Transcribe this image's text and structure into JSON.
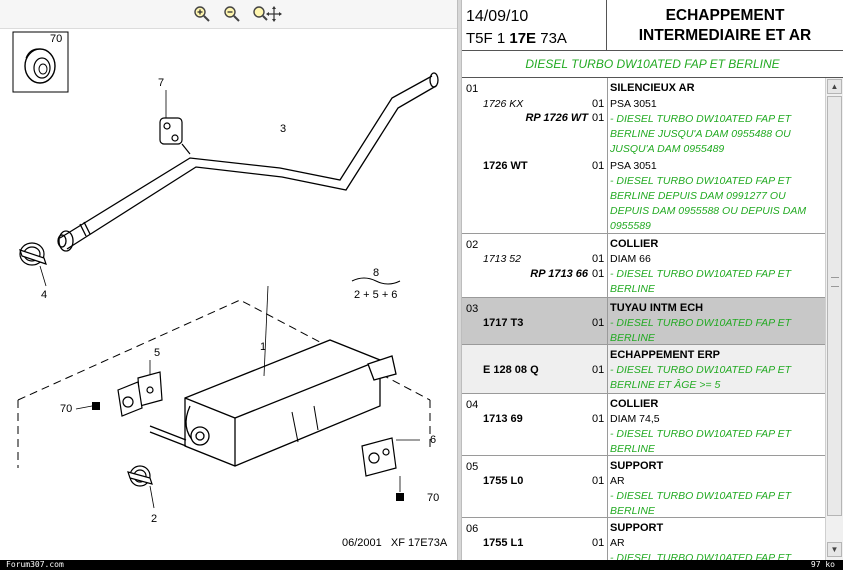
{
  "toolbar": {
    "zoom_in_icon": "zoom-in-icon",
    "zoom_out_icon": "zoom-out-icon",
    "zoom_move_icon": "zoom-pan-icon"
  },
  "drawing": {
    "labels": {
      "p70_top": "70",
      "p7": "7",
      "p3": "3",
      "p4": "4",
      "p8": "8",
      "p8_formula": "2 + 5 + 6",
      "p5": "5",
      "p1": "1",
      "p70_left": "70",
      "p6": "6",
      "p70_right": "70",
      "p2": "2"
    },
    "reference": "06/2001   XF 17E73A"
  },
  "header": {
    "date": "14/09/10",
    "ref_prefix": "T5F 1 ",
    "ref_bold": "17E",
    "ref_suffix": " 73A",
    "title_line1": "ECHAPPEMENT",
    "title_line2": "INTERMEDIAIRE ET AR"
  },
  "subtitle": "DIESEL TURBO DW10ATED FAP ET BERLINE",
  "rows": [
    {
      "index": "01",
      "name": "SILENCIEUX AR",
      "entries": [
        {
          "code": "1726 KX",
          "ref": "RP 1726 WT",
          "qty": "01",
          "desc": "PSA 3051",
          "note": "- DIESEL TURBO DW10ATED FAP ET BERLINE JUSQU'A DAM 0955488 OU JUSQU'A DAM 0955489"
        },
        {
          "code": "",
          "ref": "1726 WT",
          "qty": "01",
          "desc": "PSA 3051",
          "note": "- DIESEL TURBO DW10ATED FAP ET BERLINE DEPUIS DAM 0991277 OU DEPUIS DAM 0955588 OU DEPUIS DAM 0955589"
        }
      ]
    },
    {
      "index": "02",
      "name": "COLLIER",
      "entries": [
        {
          "code": "1713 52",
          "ref": "RP 1713 66",
          "qty": "01",
          "desc": "DIAM 66",
          "note": "- DIESEL TURBO DW10ATED FAP ET BERLINE"
        }
      ]
    },
    {
      "index": "03",
      "name": "TUYAU INTM ECH",
      "entries": [
        {
          "code": "",
          "ref": "1717 T3",
          "qty": "01",
          "desc": "",
          "note": "- DIESEL TURBO DW10ATED FAP ET BERLINE"
        }
      ]
    },
    {
      "index": "",
      "name": "ECHAPPEMENT ERP",
      "entries": [
        {
          "code": "",
          "ref": "E 128 08 Q",
          "qty": "01",
          "desc": "",
          "note": "- DIESEL TURBO DW10ATED FAP ET BERLINE ET ÂGE >= 5"
        }
      ]
    },
    {
      "index": "04",
      "name": "COLLIER",
      "entries": [
        {
          "code": "",
          "ref": "1713 69",
          "qty": "01",
          "desc": "DIAM 74,5",
          "note": "- DIESEL TURBO DW10ATED FAP ET BERLINE"
        }
      ]
    },
    {
      "index": "05",
      "name": "SUPPORT",
      "entries": [
        {
          "code": "",
          "ref": "1755 L0",
          "qty": "01",
          "desc": "AR",
          "note": "- DIESEL TURBO DW10ATED FAP ET BERLINE"
        }
      ]
    },
    {
      "index": "06",
      "name": "SUPPORT",
      "entries": [
        {
          "code": "",
          "ref": "1755 L1",
          "qty": "01",
          "desc": "AR",
          "note": "- DIESEL TURBO DW10ATED FAP ET"
        }
      ]
    }
  ],
  "footer": {
    "watermark": "Forum307.com",
    "file_size": "97 ko"
  },
  "colors": {
    "green_text": "#22aa22",
    "selected_row": "#c8c8c8"
  }
}
